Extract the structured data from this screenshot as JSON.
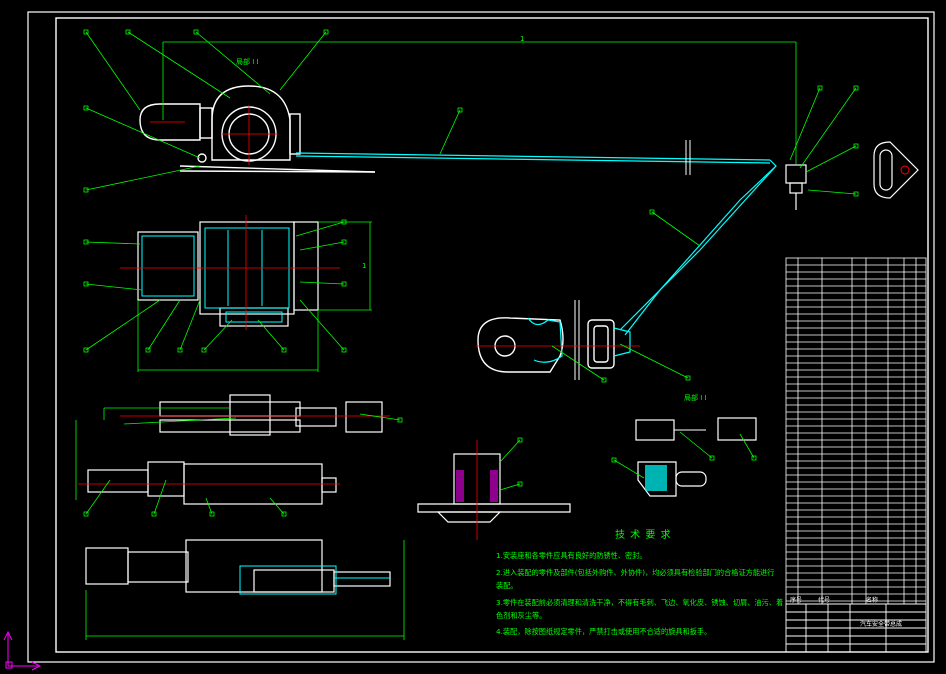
{
  "drawing": {
    "background": "#000000",
    "colors": {
      "outline": "#ffffff",
      "cable": "#00ffff",
      "leader": "#00ff00",
      "center": "#ff0000",
      "part": "#ff00ff",
      "body": "#ffffff"
    },
    "detail_label_1": "局部 I I",
    "detail_label_2": "局部 I I",
    "dim_text": "1"
  },
  "tech_requirements": {
    "title": "技 术 要 求",
    "items": [
      "1.安装座和各零件应具有良好的防锈性、密封。",
      "2.进入装配的零件及部件(包括外购件、外协件)，均必须具有检验部门的合格证方能进行",
      "  装配。",
      "3.零件在装配前必须清理和清洗干净，不得有毛刺、飞边、氧化皮、锈蚀、切屑、油污、着",
      "  色剂和灰尘等。",
      "4.装配，除按图纸规定零件，严禁打击或使用不合适的旋具和扳手。"
    ]
  },
  "title_block": {
    "name": "汽车安全带总成",
    "headers": [
      "序号",
      "代号",
      "名称"
    ]
  },
  "ucs_icon": "ucs-axis-icon"
}
